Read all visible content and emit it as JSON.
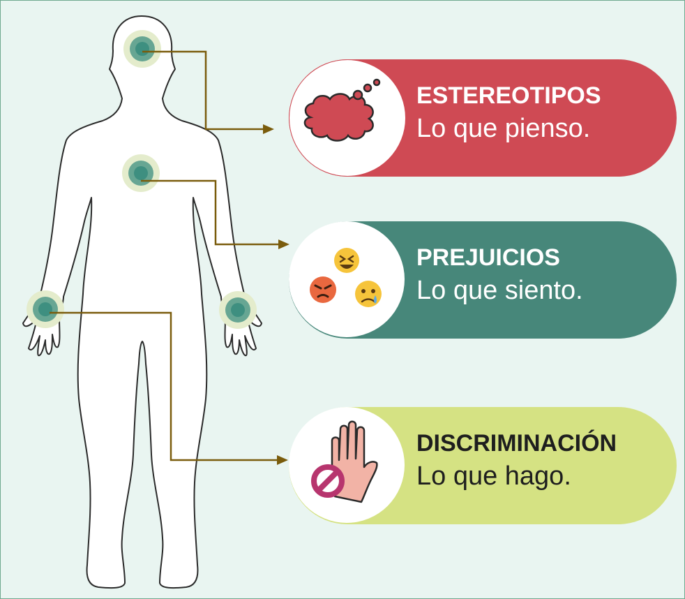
{
  "colors": {
    "background": "#e9f5f1",
    "connector": "#7a5c0c",
    "estereotipos": "#cf4a54",
    "prejuicios": "#47877a",
    "discriminacion": "#d5e283",
    "marker_ring": "#e4eccc",
    "marker_core": "#3e8f80"
  },
  "figure": {
    "markers": [
      "head-marker",
      "chest-marker",
      "right-hand-marker",
      "left-hand-marker"
    ]
  },
  "concepts": [
    {
      "title": "ESTEREOTIPOS",
      "subtitle": "Lo que pienso.",
      "icon": "thought-cloud-icon"
    },
    {
      "title": "PREJUICIOS",
      "subtitle": "Lo que siento.",
      "icon": "emoji-faces-icon"
    },
    {
      "title": "DISCRIMINACIÓN",
      "subtitle": "Lo que hago.",
      "icon": "stop-hand-icon"
    }
  ]
}
